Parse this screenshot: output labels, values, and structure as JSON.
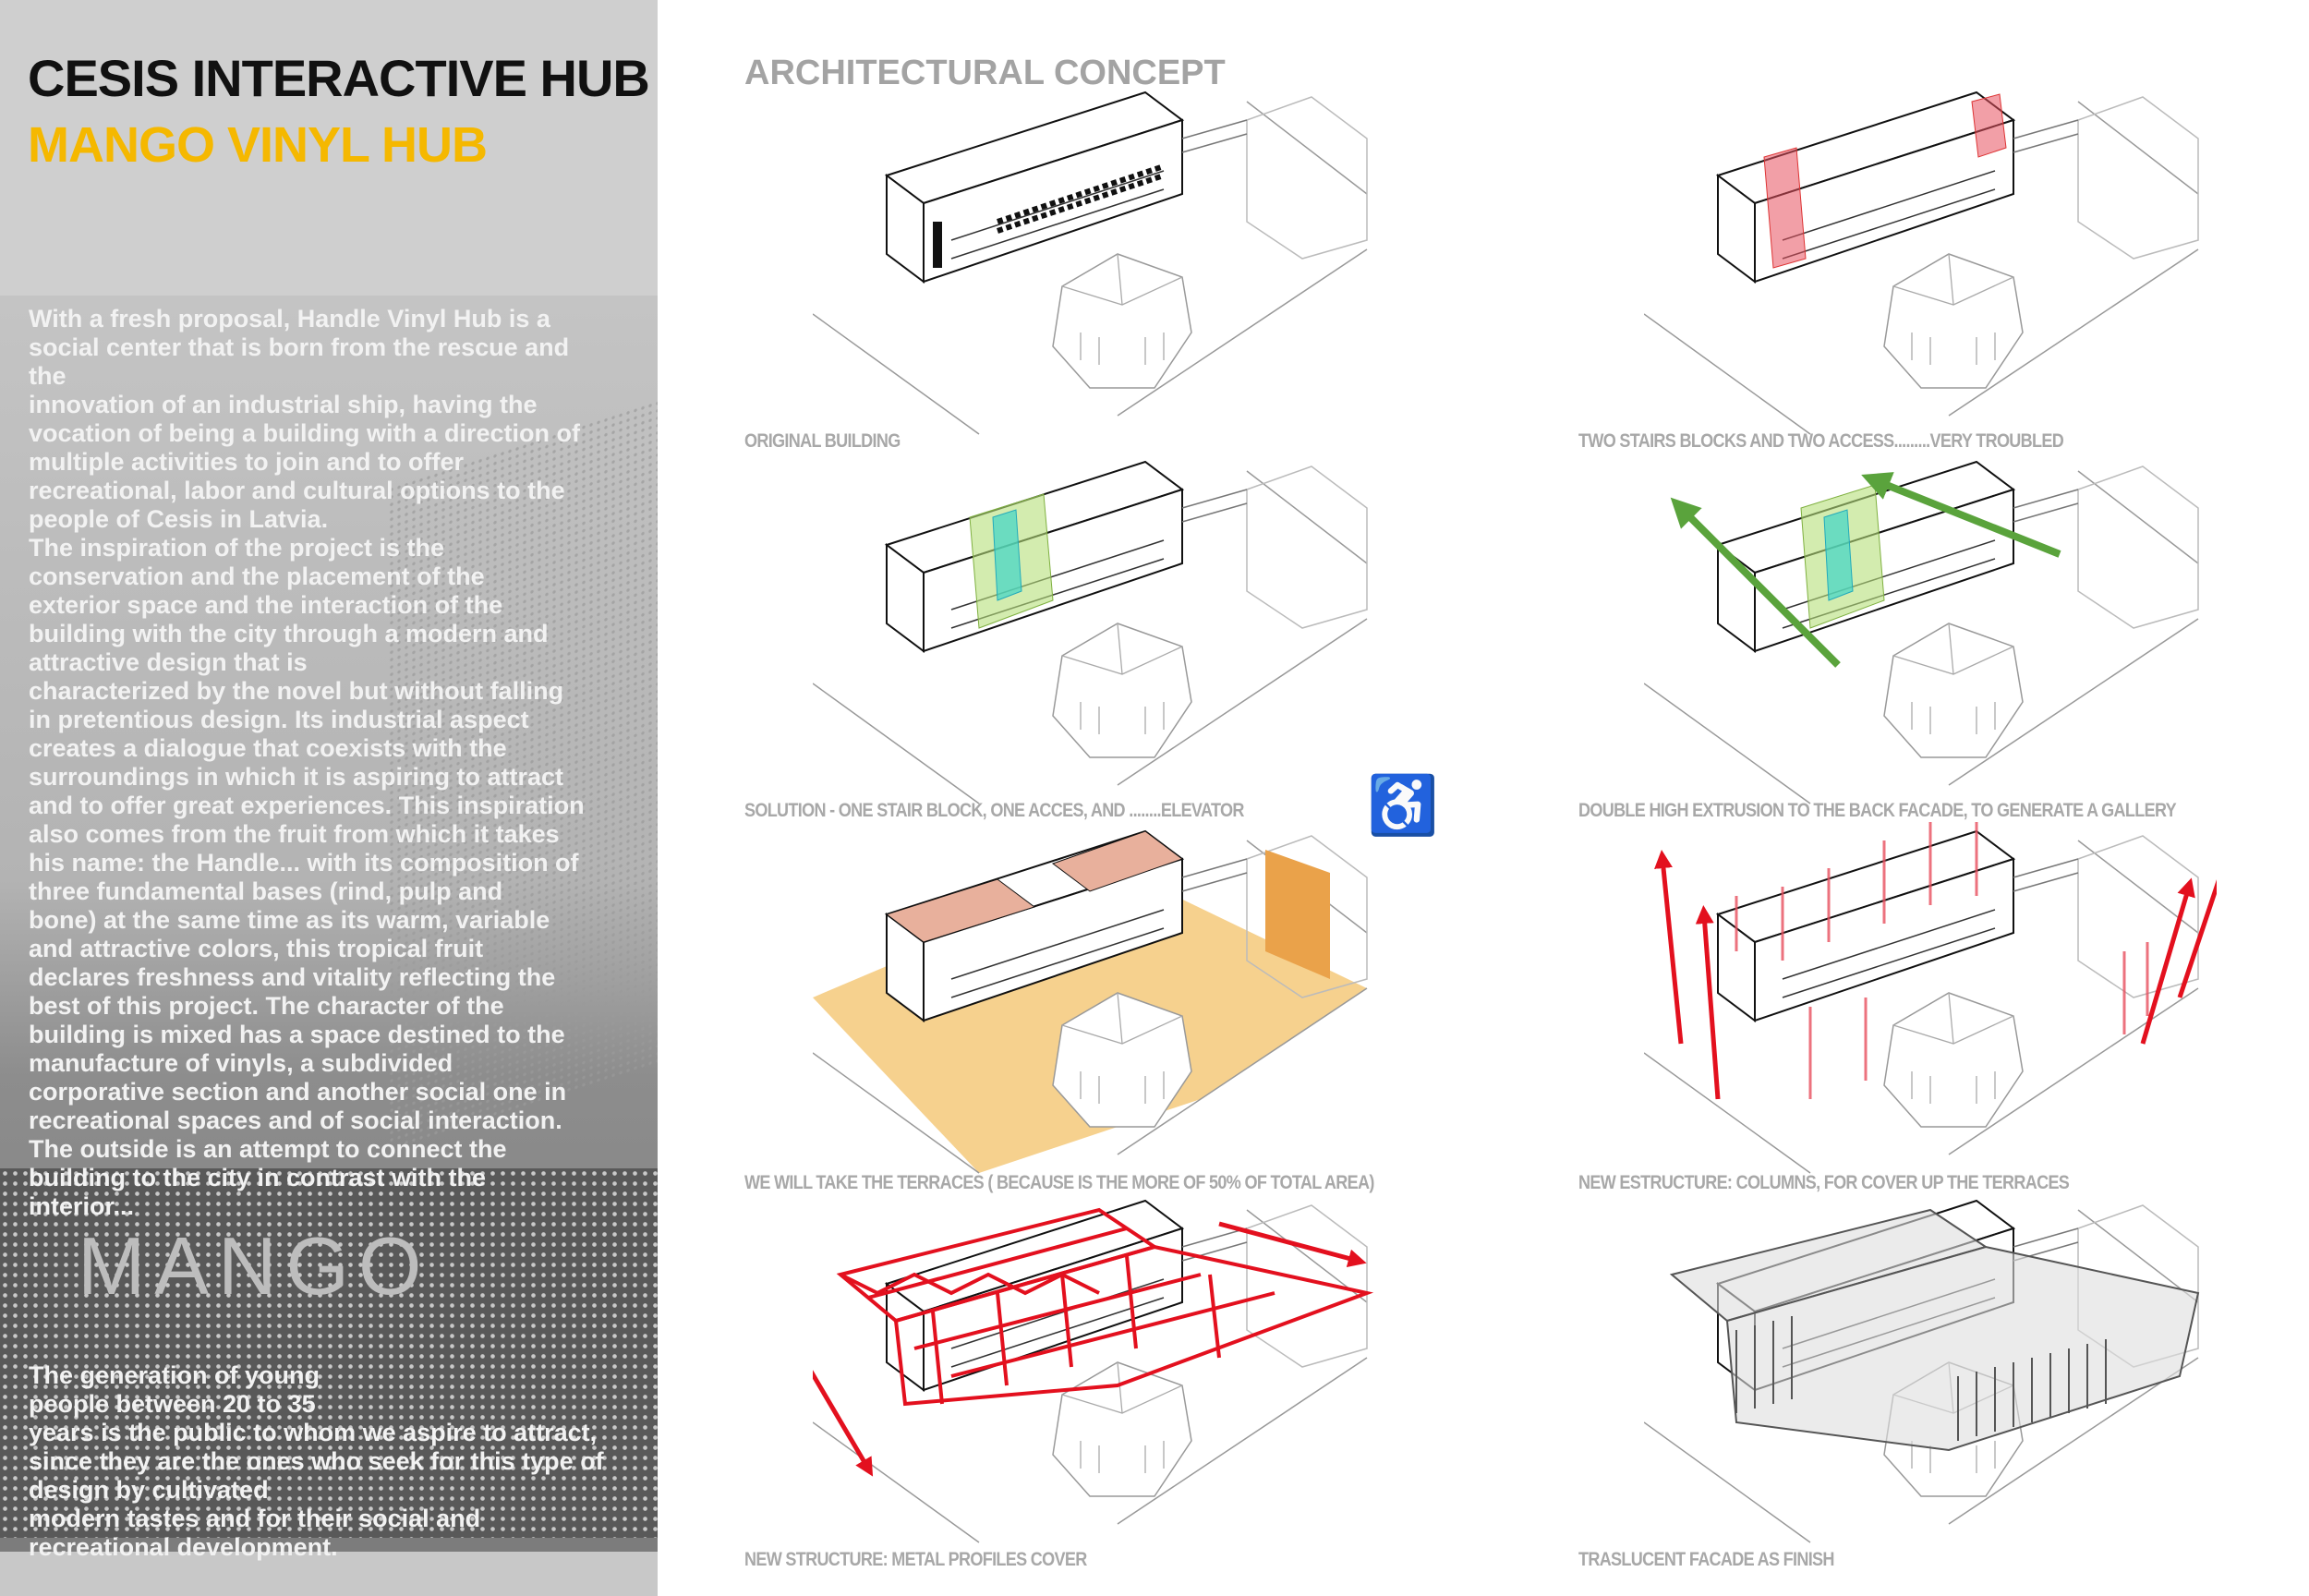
{
  "sidebar": {
    "title": "CESIS INTERACTIVE HUB",
    "subtitle": "MANGO VINYL HUB",
    "description": "With a fresh proposal, Handle Vinyl Hub is a\nsocial center that is born from the rescue and\nthe\ninnovation of an industrial ship, having the\nvocation of being a building with a direction of\nmultiple activities to join and to offer\nrecreational, labor and cultural options to the\npeople of Cesis in Latvia.\nThe inspiration of the project is the\nconservation and the placement of the\nexterior space and the interaction of the\nbuilding with the city through a modern and\nattractive design that is\ncharacterized by the novel but without falling\nin pretentious design. Its industrial aspect\ncreates a dialogue that coexists with the\nsurroundings in which it is aspiring to attract\nand to offer great experiences. This inspiration\nalso comes from the fruit from which it takes\nhis name: the Handle... with its composition of\nthree fundamental bases (rind, pulp and\nbone) at the same time as its warm, variable\nand attractive colors, this tropical fruit\ndeclares freshness and vitality reflecting the\nbest of this project. The character of the\nbuilding is mixed has a space destined to the\nmanufacture of vinyls, a subdivided\ncorporative section and another social one in\nrecreational spaces and of social interaction.\nThe outside is an attempt to connect the\nbuilding to the city in contrast with the\ninterior...",
    "logo_text": "MANGO",
    "audience": "The generation of young\npeople between 20 to 35\nyears is the public to whom we aspire to attract,\nsince they are the ones who seek for this type of\ndesign by cultivated\nmodern tastes and for their social and\nrecreational development."
  },
  "main": {
    "heading": "ARCHITECTURAL CONCEPT",
    "panels": [
      {
        "caption": "ORIGINAL BUILDING"
      },
      {
        "caption": "TWO STAIRS BLOCKS AND TWO ACCESS.........VERY TROUBLED"
      },
      {
        "caption": "SOLUTION - ONE STAIR BLOCK, ONE ACCES, AND ........ELEVATOR"
      },
      {
        "caption": "DOUBLE HIGH EXTRUSION TO THE BACK FACADE, TO GENERATE A GALLERY"
      },
      {
        "caption": "WE WILL TAKE THE TERRACES ( BECAUSE IS THE MORE OF 50% OF TOTAL AREA)"
      },
      {
        "caption": "NEW ESTRUCTURE: COLUMNS, FOR COVER UP THE TERRACES"
      },
      {
        "caption": "NEW STRUCTURE: METAL PROFILES COVER"
      },
      {
        "caption": "TRASLUCENT FACADE AS FINISH"
      }
    ],
    "accessibility_icon": "wheelchair-icon"
  },
  "colors": {
    "accent_yellow": "#f5b800",
    "stair_red": "#e8505f",
    "green": "#5aa33c",
    "terrace_orange": "#f5c97a",
    "structure_red": "#e3101e"
  }
}
